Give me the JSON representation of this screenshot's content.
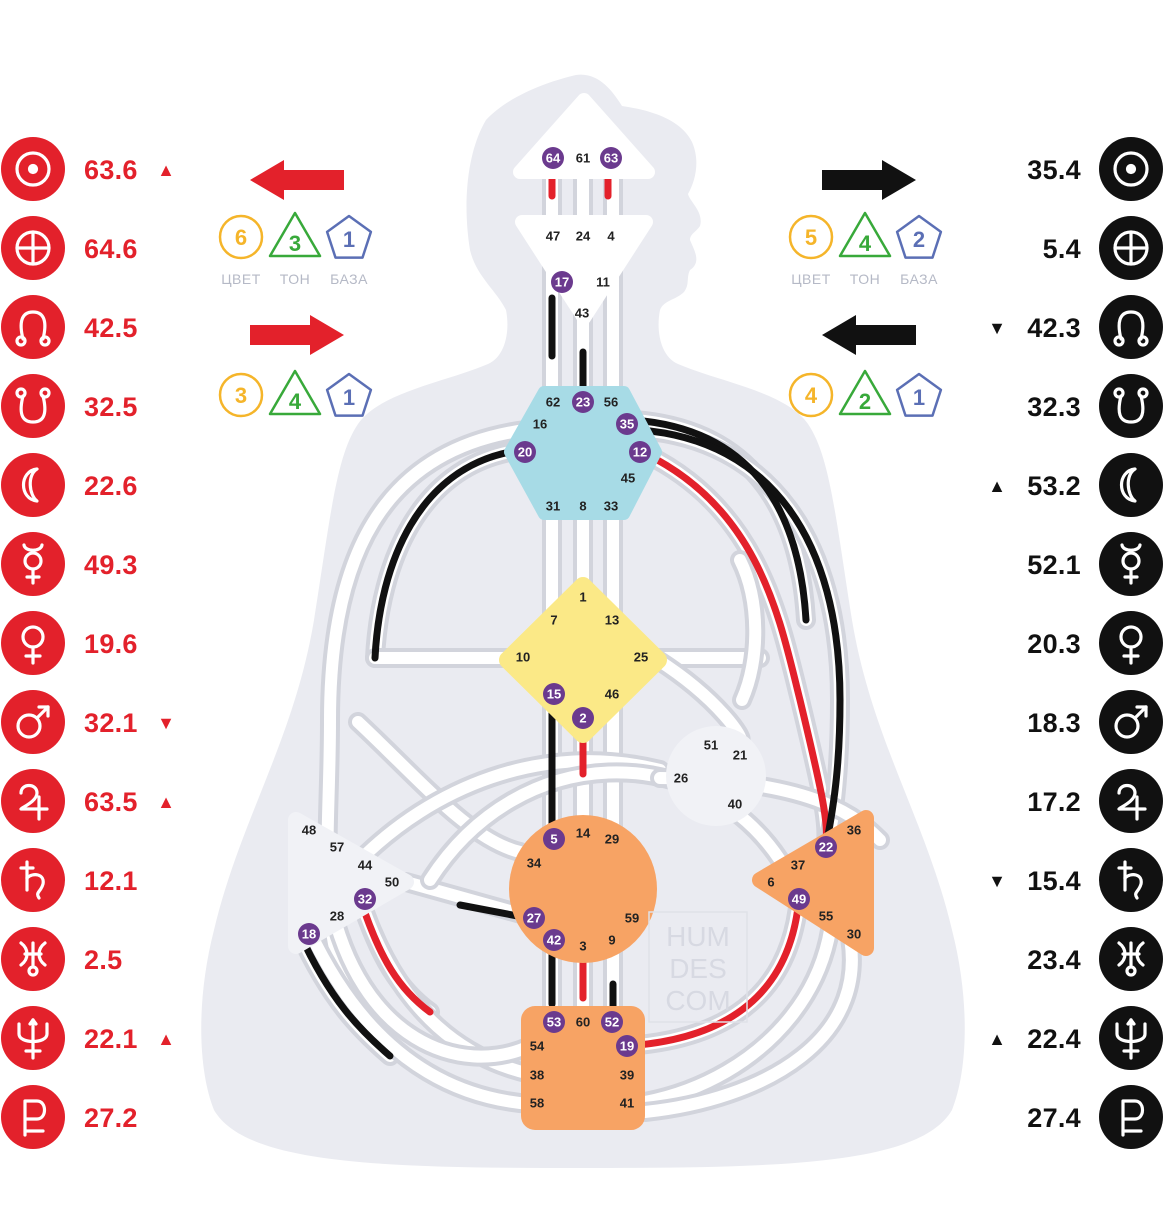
{
  "colors": {
    "personality": "#e3212b",
    "design": "#111111",
    "silhouette": "#eaebf1",
    "color_variable": "#f5b52a",
    "tone_variable": "#38a93a",
    "base_variable": "#5b6fb5",
    "gate_marker": "#6b3a8e",
    "head_center": "#ffffff",
    "ajna_center": "#ffffff",
    "throat_center": "#a7dbe6",
    "g_center": "#fbe987",
    "sacral_center": "#f7a364",
    "root_center": "#f7a364",
    "solar_plexus_center": "#f7a364",
    "spleen_center": "#f1f2f6",
    "ego_center": "#f1f2f6"
  },
  "personality": [
    {
      "icon": "sun-icon",
      "glyph": "☉",
      "value": "63.6",
      "mark": "▲"
    },
    {
      "icon": "earth-icon",
      "glyph": "⊕",
      "value": "64.6",
      "mark": ""
    },
    {
      "icon": "north-node-icon",
      "glyph": "☊",
      "value": "42.5",
      "mark": ""
    },
    {
      "icon": "south-node-icon",
      "glyph": "☋",
      "value": "32.5",
      "mark": ""
    },
    {
      "icon": "moon-icon",
      "glyph": "☽",
      "value": "22.6",
      "mark": ""
    },
    {
      "icon": "mercury-icon",
      "glyph": "☿",
      "value": "49.3",
      "mark": ""
    },
    {
      "icon": "venus-icon",
      "glyph": "♀",
      "value": "19.6",
      "mark": ""
    },
    {
      "icon": "mars-icon",
      "glyph": "♂",
      "value": "32.1",
      "mark": "▼"
    },
    {
      "icon": "jupiter-icon",
      "glyph": "♃",
      "value": "63.5",
      "mark": "▲"
    },
    {
      "icon": "saturn-icon",
      "glyph": "♄",
      "value": "12.1",
      "mark": ""
    },
    {
      "icon": "uranus-icon",
      "glyph": "♅",
      "value": "2.5",
      "mark": ""
    },
    {
      "icon": "neptune-icon",
      "glyph": "♆",
      "value": "22.1",
      "mark": "▲"
    },
    {
      "icon": "pluto-icon",
      "glyph": "♇",
      "value": "27.2",
      "mark": ""
    }
  ],
  "design": [
    {
      "icon": "sun-icon",
      "glyph": "☉",
      "value": "35.4",
      "mark": ""
    },
    {
      "icon": "earth-icon",
      "glyph": "⊕",
      "value": "5.4",
      "mark": ""
    },
    {
      "icon": "north-node-icon",
      "glyph": "☊",
      "value": "42.3",
      "mark": "▼"
    },
    {
      "icon": "south-node-icon",
      "glyph": "☋",
      "value": "32.3",
      "mark": ""
    },
    {
      "icon": "moon-icon",
      "glyph": "☽",
      "value": "53.2",
      "mark": "▲"
    },
    {
      "icon": "mercury-icon",
      "glyph": "☿",
      "value": "52.1",
      "mark": ""
    },
    {
      "icon": "venus-icon",
      "glyph": "♀",
      "value": "20.3",
      "mark": ""
    },
    {
      "icon": "mars-icon",
      "glyph": "♂",
      "value": "18.3",
      "mark": ""
    },
    {
      "icon": "jupiter-icon",
      "glyph": "♃",
      "value": "17.2",
      "mark": ""
    },
    {
      "icon": "saturn-icon",
      "glyph": "♄",
      "value": "15.4",
      "mark": "▼"
    },
    {
      "icon": "uranus-icon",
      "glyph": "♅",
      "value": "23.4",
      "mark": ""
    },
    {
      "icon": "neptune-icon",
      "glyph": "♆",
      "value": "22.4",
      "mark": "▲"
    },
    {
      "icon": "pluto-icon",
      "glyph": "♇",
      "value": "27.4",
      "mark": ""
    }
  ],
  "variables": {
    "labels": [
      "ЦВЕТ",
      "ТОН",
      "БАЗА"
    ],
    "left_top": {
      "arrow": "left",
      "color": "personality",
      "values": [
        "6",
        "3",
        "1"
      ]
    },
    "left_bottom": {
      "arrow": "right",
      "color": "personality",
      "values": [
        "3",
        "4",
        "1"
      ]
    },
    "right_top": {
      "arrow": "right",
      "color": "design",
      "values": [
        "5",
        "4",
        "2"
      ]
    },
    "right_bottom": {
      "arrow": "left",
      "color": "design",
      "values": [
        "4",
        "2",
        "1"
      ]
    }
  },
  "centers": {
    "head": {
      "gates": [
        "64",
        "61",
        "63"
      ],
      "active": [
        "64",
        "63"
      ]
    },
    "ajna": {
      "gates": [
        "47",
        "24",
        "4",
        "17",
        "11",
        "43"
      ],
      "active": [
        "17"
      ]
    },
    "throat": {
      "gates": [
        "62",
        "23",
        "56",
        "16",
        "35",
        "20",
        "12",
        "45",
        "31",
        "8",
        "33"
      ],
      "active": [
        "23",
        "35",
        "20",
        "12"
      ]
    },
    "g": {
      "gates": [
        "1",
        "7",
        "13",
        "10",
        "25",
        "15",
        "46",
        "2"
      ],
      "active": [
        "15",
        "2"
      ]
    },
    "ego": {
      "gates": [
        "51",
        "21",
        "26",
        "40"
      ],
      "active": []
    },
    "spleen": {
      "gates": [
        "48",
        "57",
        "44",
        "50",
        "32",
        "28",
        "18"
      ],
      "active": [
        "32",
        "18"
      ]
    },
    "sacral": {
      "gates": [
        "5",
        "14",
        "29",
        "34",
        "27",
        "59",
        "42",
        "3",
        "9"
      ],
      "active": [
        "5",
        "27",
        "42"
      ]
    },
    "solar_plexus": {
      "gates": [
        "36",
        "22",
        "37",
        "6",
        "49",
        "55",
        "30"
      ],
      "active": [
        "22",
        "49"
      ]
    },
    "root": {
      "gates": [
        "53",
        "60",
        "52",
        "54",
        "19",
        "38",
        "39",
        "58",
        "41"
      ],
      "active": [
        "53",
        "52",
        "19"
      ]
    }
  },
  "watermark": [
    "HUM",
    "DES",
    "COM"
  ]
}
